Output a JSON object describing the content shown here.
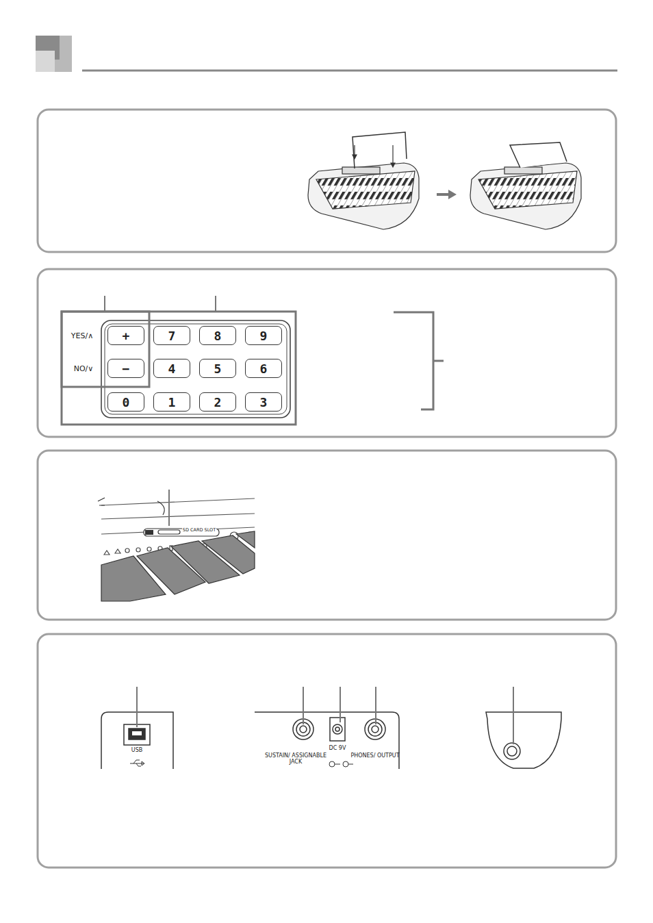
{
  "diagram": {
    "nodes": [
      {
        "text": [
          "+"
        ]
      },
      {
        "text": [
          "7"
        ]
      },
      {
        "text": [
          "8"
        ]
      },
      {
        "text": [
          "9"
        ]
      },
      {
        "text": [
          "−"
        ]
      },
      {
        "text": [
          "4"
        ]
      },
      {
        "text": [
          "5"
        ]
      },
      {
        "text": [
          "6"
        ]
      },
      {
        "text": [
          "0"
        ]
      },
      {
        "text": [
          "1"
        ]
      },
      {
        "text": [
          "2"
        ]
      },
      {
        "text": [
          "3"
        ]
      }
    ],
    "labels": [
      "YES/∧",
      "NO/∨",
      "SD CARD SLOT",
      "USB",
      "SUSTAIN/ ASSIGNABLE JACK",
      "DC 9V",
      "PHONES/ OUTPUT"
    ]
  }
}
